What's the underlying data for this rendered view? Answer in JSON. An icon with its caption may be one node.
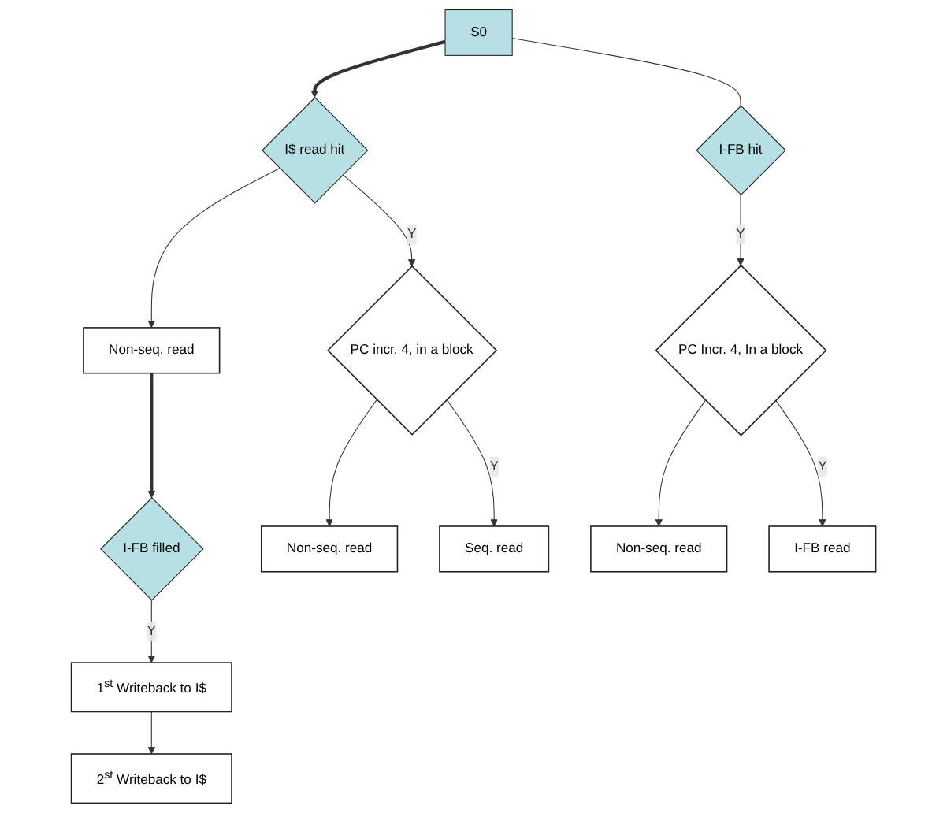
{
  "diagram": {
    "nodes": [
      {
        "text": [
          "I$ read hit"
        ]
      },
      {
        "text": [
          "Non-seq. read"
        ]
      },
      {
        "text": [
          "I-FB filled"
        ]
      },
      {
        "text": [
          "PC incr. 4, in a block"
        ]
      },
      {
        "text": [
          "Non-seq. read"
        ]
      },
      {
        "text": [
          "1$^{st}$ Writeback to I$"
        ]
      },
      {
        "text": [
          "2$^{st}$ Writeback to I$"
        ]
      },
      {
        "text": [
          "Seq. read"
        ]
      },
      {
        "text": [
          "S0"
        ]
      },
      {
        "text": [
          "I-FB hit"
        ]
      },
      {
        "text": [
          "PC Incr. 4, In a block"
        ]
      },
      {
        "text": [
          "Non-seq. read"
        ]
      },
      {
        "text": [
          "I-FB read"
        ]
      }
    ],
    "edges": [
      {
        "from": 0,
        "to": 1,
        "arrow": "to"
      },
      {
        "from": 0,
        "to": 3,
        "arrow": "to",
        "label": "Y"
      },
      {
        "from": 1,
        "to": 2,
        "arrow": "to",
        "style": "thick"
      },
      {
        "from": 2,
        "to": 5,
        "arrow": "to",
        "label": "Y"
      },
      {
        "from": 5,
        "to": 6,
        "arrow": "to"
      },
      {
        "from": 3,
        "to": 4,
        "arrow": "to"
      },
      {
        "from": 3,
        "to": 7,
        "arrow": "to",
        "label": "Y"
      },
      {
        "from": 8,
        "to": 0,
        "arrow": "to",
        "style": "thick"
      },
      {
        "from": 8,
        "to": 9,
        "arrow": "none"
      },
      {
        "from": 9,
        "to": 10,
        "arrow": "to",
        "label": "Y"
      },
      {
        "from": 10,
        "to": 11,
        "arrow": "to"
      },
      {
        "from": 10,
        "to": 12,
        "arrow": "to",
        "label": "Y"
      }
    ]
  }
}
